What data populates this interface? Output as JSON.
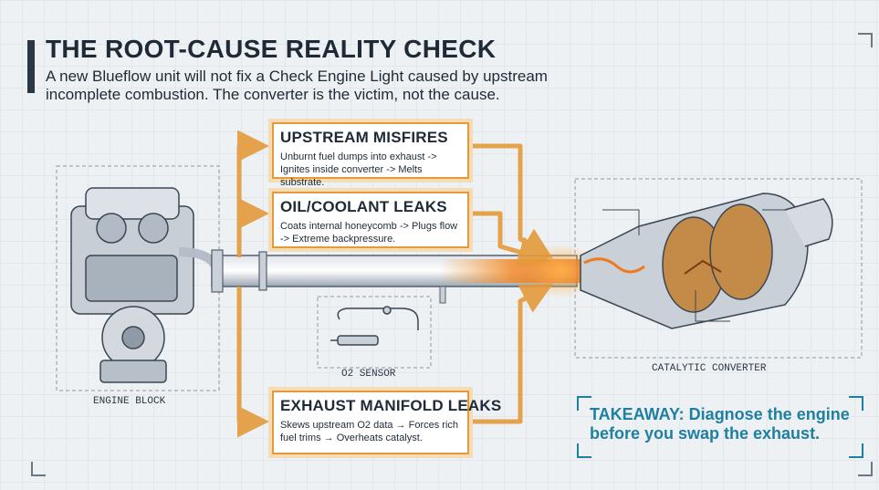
{
  "header": {
    "title": "THE ROOT-CAUSE REALITY CHECK",
    "subtitle": "A new Blueflow unit will not fix a Check Engine Light caused by upstream incomplete combustion. The converter is the victim, not the cause."
  },
  "causes": [
    {
      "heading": "UPSTREAM MISFIRES",
      "detail": "Unburnt fuel dumps into exhaust -> Ignites inside converter -> Melts substrate."
    },
    {
      "heading": "OIL/COOLANT LEAKS",
      "detail": "Coats internal honeycomb -> Plugs flow -> Extreme backpressure."
    },
    {
      "heading": "EXHAUST MANIFOLD LEAKS",
      "detail": "Skews upstream O2 data → Forces rich fuel trims → Overheats catalyst."
    }
  ],
  "components": {
    "engine_label": "ENGINE BLOCK",
    "sensor_label": "O2 SENSOR",
    "converter_label": "CATALYTIC CONVERTER"
  },
  "takeaway": "TAKEAWAY: Diagnose the engine before you swap the exhaust.",
  "colors": {
    "accent_orange": "#e59a3a",
    "takeaway_blue": "#1f7fa0",
    "title_dark": "#1e2a36"
  }
}
